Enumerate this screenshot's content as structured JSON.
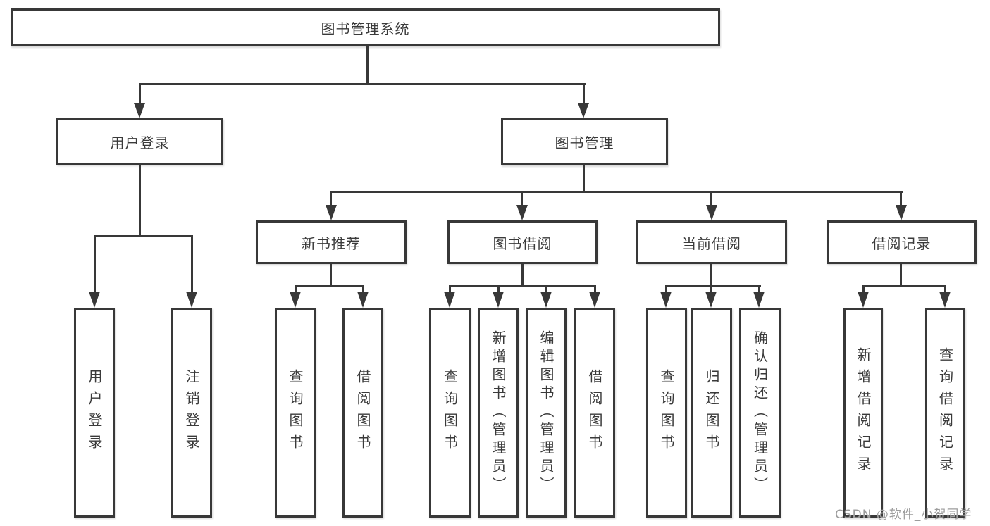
{
  "colors": {
    "background": "#ffffff",
    "line": "#383838",
    "box_border": "#383838",
    "text": "#3a3a3a",
    "watermark": "#9c9c9c"
  },
  "watermark": {
    "text": "CSDN @软件_小贺同学"
  },
  "tree": {
    "root": {
      "label": "图书管理系统"
    },
    "branches": [
      {
        "label": "用户登录",
        "children": [
          {
            "label": "用户登录"
          },
          {
            "label": "注销登录"
          }
        ]
      },
      {
        "label": "图书管理",
        "sections": [
          {
            "label": "新书推荐",
            "children": [
              {
                "label": "查询图书"
              },
              {
                "label": "借阅图书"
              }
            ]
          },
          {
            "label": "图书借阅",
            "children": [
              {
                "label": "查询图书"
              },
              {
                "label": "新增图书（管理员）"
              },
              {
                "label": "编辑图书（管理员）"
              },
              {
                "label": "借阅图书"
              }
            ]
          },
          {
            "label": "当前借阅",
            "children": [
              {
                "label": "查询图书"
              },
              {
                "label": "归还图书"
              },
              {
                "label": "确认归还（管理员）"
              }
            ]
          },
          {
            "label": "借阅记录",
            "children": [
              {
                "label": "新增借阅记录"
              },
              {
                "label": "查询借阅记录"
              }
            ]
          }
        ]
      }
    ]
  }
}
